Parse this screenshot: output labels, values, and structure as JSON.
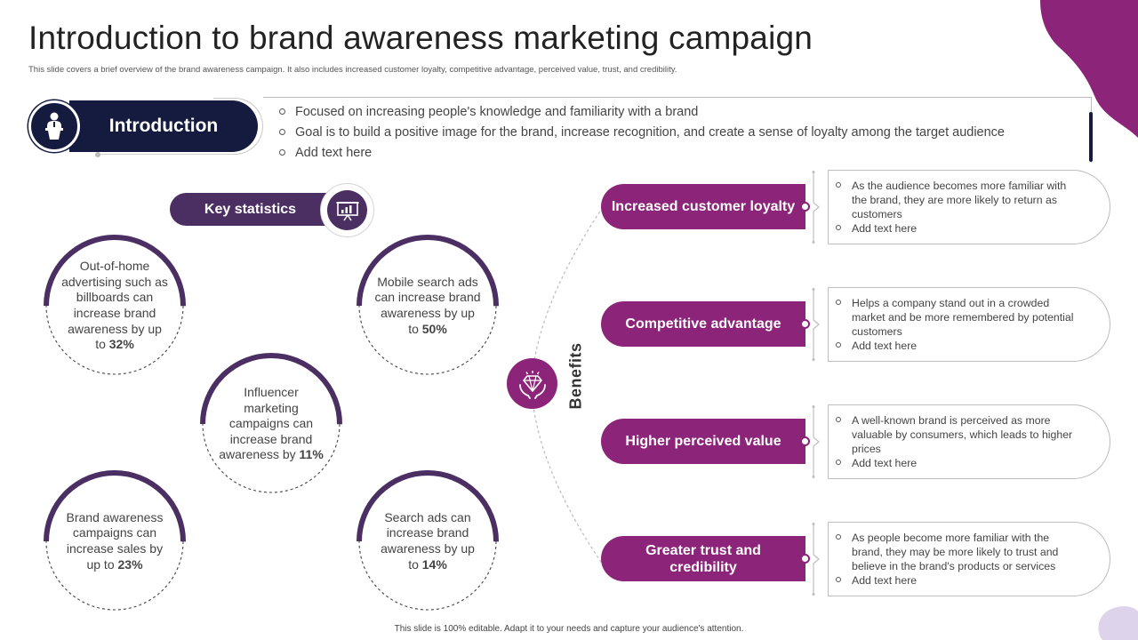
{
  "header": {
    "title": "Introduction to brand awareness marketing campaign",
    "subtitle": "This slide covers a brief overview of the brand awareness campaign. It also includes increased customer loyalty, competitive advantage, perceived value, trust, and credibility."
  },
  "introduction": {
    "label": "Introduction",
    "icon": "presenter-icon",
    "points": [
      "Focused on increasing people's knowledge and familiarity with a brand",
      "Goal is to build a positive image for the brand, increase recognition, and create a sense of loyalty among the target audience",
      "Add text here"
    ]
  },
  "key_statistics": {
    "label": "Key statistics",
    "icon": "presentation-board-icon",
    "stats": [
      {
        "text": "Out-of-home advertising such as billboards can increase brand awareness by up to",
        "value": "32%"
      },
      {
        "text": "Mobile search ads can increase brand awareness by up to",
        "value": "50%"
      },
      {
        "text": "Influencer marketing campaigns can increase brand awareness by",
        "value": "11%"
      },
      {
        "text": "Brand awareness campaigns can increase sales by up to",
        "value": "23%"
      },
      {
        "text": "Search ads can increase brand awareness by up to",
        "value": "14%"
      }
    ]
  },
  "benefits": {
    "label": "Benefits",
    "icon": "diamond-hands-icon",
    "items": [
      {
        "title": "Increased customer loyalty",
        "points": [
          "As the audience becomes more familiar with the brand, they are more likely to return as customers",
          "Add text here"
        ]
      },
      {
        "title": "Competitive advantage",
        "points": [
          "Helps a company stand out in a crowded market and be more remembered by potential customers",
          "Add text here"
        ]
      },
      {
        "title": "Higher perceived value",
        "points": [
          "A well-known brand is perceived as more valuable by consumers, which leads to higher prices",
          "Add text here"
        ]
      },
      {
        "title": "Greater trust and credibility",
        "points": [
          "As people become more familiar with the brand, they may be more likely to trust and believe in the brand's products or services",
          "Add text here"
        ]
      }
    ]
  },
  "footer": {
    "text": "This slide is 100% editable. Adapt it to your needs and capture your audience's attention."
  },
  "colors": {
    "navy": "#151b3f",
    "purple_dark": "#4b2f63",
    "magenta": "#8c2479",
    "lavender": "#ddd3ea"
  }
}
